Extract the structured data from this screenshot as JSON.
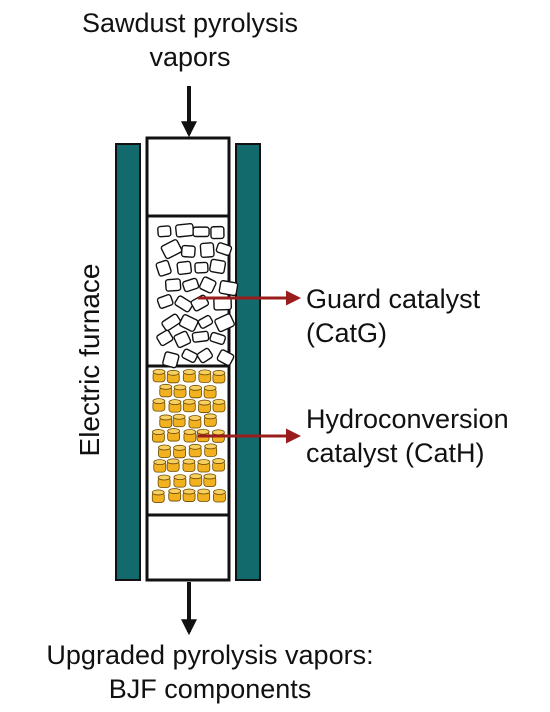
{
  "labels": {
    "top": [
      "Sawdust pyrolysis",
      "vapors"
    ],
    "bottom": [
      "Upgraded pyrolysis vapors:",
      "BJF components"
    ],
    "furnace": "Electric furnace",
    "guard": [
      "Guard catalyst",
      "(CatG)"
    ],
    "hydro": [
      "Hydroconversion",
      "catalyst (CatH)"
    ]
  },
  "colors": {
    "furnace_wall": "#136a6c",
    "arrow_red": "#9b1c1c",
    "cath_fill": "#f2b21f",
    "line": "#111111"
  }
}
